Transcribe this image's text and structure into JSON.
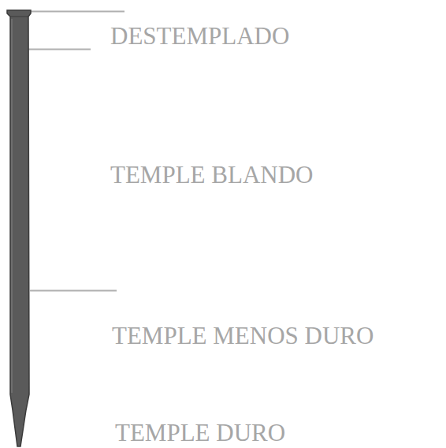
{
  "diagram": {
    "labels": [
      "DESTEMPLADO",
      "TEMPLE BLANDO",
      "TEMPLE MENOS DURO",
      "TEMPLE DURO"
    ]
  }
}
